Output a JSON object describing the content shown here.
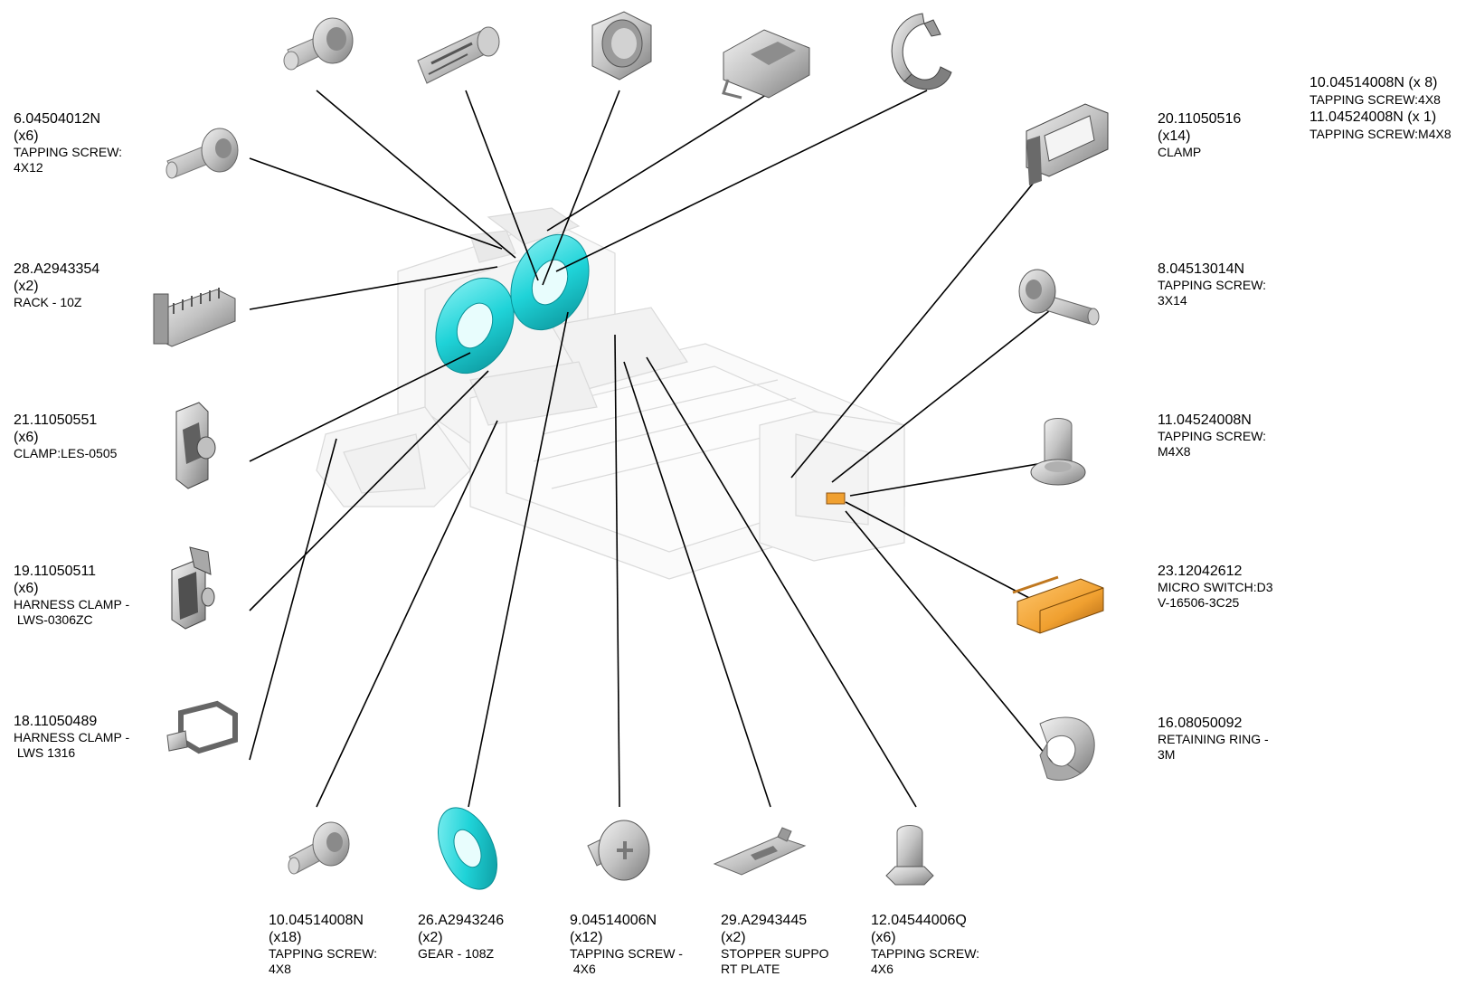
{
  "colors": {
    "line": "#000000",
    "part_gray": "#c8c8c8",
    "part_dark": "#7a7a7a",
    "gear_cyan": "#1fd3d8",
    "switch_orange": "#f0a030"
  },
  "summary": [
    {
      "id": "10.04514008N (x 8)",
      "desc": "TAPPING SCREW:4X8"
    },
    {
      "id": "11.04524008N (x 1)",
      "desc": "TAPPING SCREW:M4X8"
    }
  ],
  "callouts": [
    {
      "key": "c6",
      "lines": [
        "6.04504012N",
        "(x6)"
      ],
      "desc": [
        "TAPPING SCREW:",
        "4X12"
      ],
      "icon": "tapping-screw-icon"
    },
    {
      "key": "c28",
      "lines": [
        "28.A2943354",
        "(x2)"
      ],
      "desc": [
        "RACK - 10Z"
      ],
      "icon": "rack-icon"
    },
    {
      "key": "c21",
      "lines": [
        "21.11050551",
        "(x6)"
      ],
      "desc": [
        "CLAMP:LES-0505"
      ],
      "icon": "clamp-icon"
    },
    {
      "key": "c19",
      "lines": [
        "19.11050511",
        "(x6)"
      ],
      "desc": [
        "HARNESS CLAMP -",
        " LWS-0306ZC"
      ],
      "icon": "harness-clamp-icon"
    },
    {
      "key": "c18",
      "lines": [
        "18.11050489"
      ],
      "desc": [
        "HARNESS CLAMP -",
        " LWS 1316"
      ],
      "icon": "harness-clamp-square-icon"
    },
    {
      "key": "c20",
      "lines": [
        "20.11050516",
        "(x14)"
      ],
      "desc": [
        "CLAMP"
      ],
      "icon": "cable-clamp-icon"
    },
    {
      "key": "c8",
      "lines": [
        "8.04513014N"
      ],
      "desc": [
        "TAPPING SCREW:",
        "3X14"
      ],
      "icon": "long-screw-icon"
    },
    {
      "key": "c11",
      "lines": [
        "11.04524008N"
      ],
      "desc": [
        "TAPPING SCREW:",
        "M4X8"
      ],
      "icon": "flange-screw-icon"
    },
    {
      "key": "c23",
      "lines": [
        "23.12042612"
      ],
      "desc": [
        "MICRO SWITCH:D3",
        "V-16506-3C25"
      ],
      "icon": "micro-switch-icon"
    },
    {
      "key": "c16",
      "lines": [
        "16.08050092"
      ],
      "desc": [
        "RETAINING RING -",
        "3M"
      ],
      "icon": "retaining-ring-icon"
    },
    {
      "key": "c10",
      "lines": [
        "10.04514008N",
        "(x18)"
      ],
      "desc": [
        "TAPPING SCREW:",
        "4X8"
      ],
      "icon": "tapping-screw-icon"
    },
    {
      "key": "c26",
      "lines": [
        "26.A2943246",
        "(x2)"
      ],
      "desc": [
        "GEAR - 108Z"
      ],
      "icon": "gear-icon"
    },
    {
      "key": "c9",
      "lines": [
        "9.04514006N",
        "(x12)"
      ],
      "desc": [
        "TAPPING SCREW -",
        " 4X6"
      ],
      "icon": "phillips-screw-icon"
    },
    {
      "key": "c29",
      "lines": [
        "29.A2943445",
        "(x2)"
      ],
      "desc": [
        "STOPPER SUPPO",
        "RT PLATE"
      ],
      "icon": "stopper-plate-icon"
    },
    {
      "key": "c12",
      "lines": [
        "12.04544006Q",
        "(x6)"
      ],
      "desc": [
        "TAPPING SCREW:",
        "4X6"
      ],
      "icon": "flange-screw-icon"
    }
  ],
  "top_parts": [
    {
      "icon": "screw-icon"
    },
    {
      "icon": "anchor-icon"
    },
    {
      "icon": "nut-icon"
    },
    {
      "icon": "clip-icon"
    },
    {
      "icon": "e-ring-icon"
    }
  ]
}
